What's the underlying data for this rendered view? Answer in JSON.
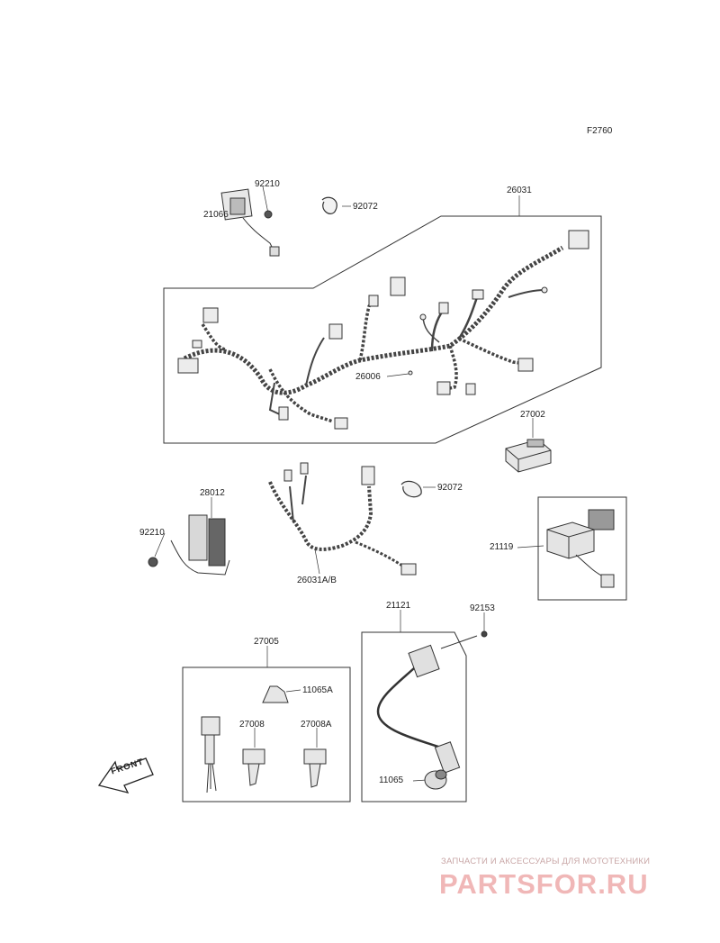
{
  "figure_ref": "F2760",
  "parts": {
    "p92210_a": "92210",
    "p21066": "21066",
    "p92072_a": "92072",
    "p26031": "26031",
    "p26006": "26006",
    "p27002": "27002",
    "p28012": "28012",
    "p92210_b": "92210",
    "p92072_b": "92072",
    "p21119": "21119",
    "p26031AB": "26031A/B",
    "p21121": "21121",
    "p92153": "92153",
    "p27005": "27005",
    "p11065A": "11065A",
    "p27008": "27008",
    "p27008A": "27008A",
    "p11065": "11065"
  },
  "front_label": "FRONT",
  "watermark": {
    "subtitle": "ЗАПЧАСТИ И АКСЕССУАРЫ ДЛЯ МОТОТЕХНИКИ",
    "logo": "PARTSFOR.RU"
  }
}
